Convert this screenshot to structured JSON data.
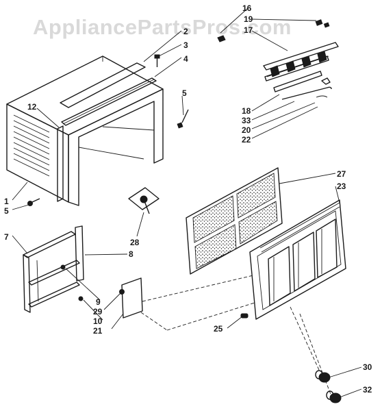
{
  "watermark": "AppliancePartsPros.com",
  "callouts": {
    "c16": "16",
    "c19": "19",
    "c17": "17",
    "c2": "2",
    "c3": "3",
    "c4": "4",
    "c5a": "5",
    "c12": "12",
    "c18": "18",
    "c33": "33",
    "c20": "20",
    "c22": "22",
    "c27": "27",
    "c23": "23",
    "c1": "1",
    "c5b": "5",
    "c7": "7",
    "c28": "28",
    "c8": "8",
    "c9": "9",
    "c29": "29",
    "c10": "10",
    "c21": "21",
    "c25": "25",
    "c30": "30",
    "c32": "32"
  }
}
